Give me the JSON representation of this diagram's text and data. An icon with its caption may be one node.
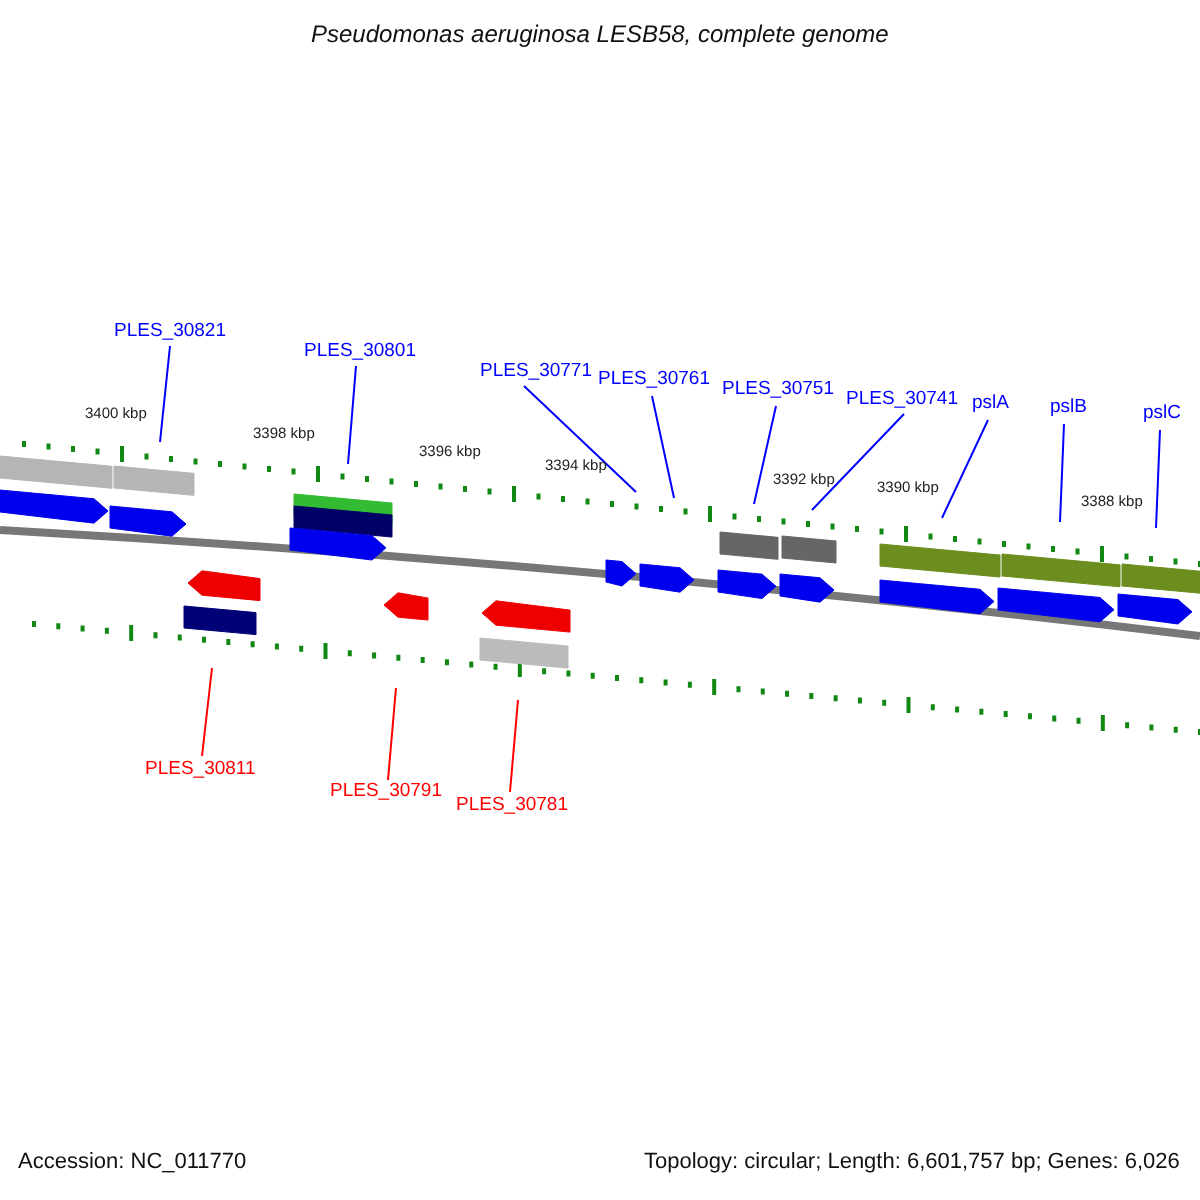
{
  "diagram": {
    "title": "Pseudomonas aeruginosa LESB58, complete genome",
    "nodes": [
      {
        "text": [
          "PLES_30821"
        ]
      },
      {
        "text": [
          "PLES_30801"
        ]
      },
      {
        "text": [
          "PLES_30771"
        ]
      },
      {
        "text": [
          "PLES_30761"
        ]
      },
      {
        "text": [
          "PLES_30751"
        ]
      },
      {
        "text": [
          "PLES_30741"
        ]
      },
      {
        "text": [
          "pslA"
        ]
      },
      {
        "text": [
          "pslB"
        ]
      },
      {
        "text": [
          "pslC"
        ]
      },
      {
        "text": [
          "PLES_30811"
        ]
      },
      {
        "text": [
          "PLES_30791"
        ]
      },
      {
        "text": [
          "PLES_30781"
        ]
      }
    ],
    "edges": [
      {
        "from": 0,
        "to": null,
        "arrow": "none"
      },
      {
        "from": 1,
        "to": null,
        "arrow": "none"
      },
      {
        "from": 2,
        "to": null,
        "arrow": "none"
      },
      {
        "from": 3,
        "to": null,
        "arrow": "none"
      },
      {
        "from": 4,
        "to": null,
        "arrow": "none"
      },
      {
        "from": 5,
        "to": null,
        "arrow": "none"
      },
      {
        "from": 6,
        "to": null,
        "arrow": "none"
      },
      {
        "from": 7,
        "to": null,
        "arrow": "none"
      },
      {
        "from": 8,
        "to": null,
        "arrow": "none"
      },
      {
        "from": 9,
        "to": null,
        "arrow": "none",
        "color": "#ff0000"
      },
      {
        "from": 10,
        "to": null,
        "arrow": "none",
        "color": "#ff0000"
      },
      {
        "from": 11,
        "to": null,
        "arrow": "none",
        "color": "#ff0000"
      }
    ],
    "labels": [
      "3400 kbp",
      "3398 kbp",
      "3396 kbp",
      "3394 kbp",
      "3392 kbp",
      "3390 kbp",
      "3388 kbp",
      "Accession: NC_011770",
      "Topology: circular; Length: 6,601,757 bp; Genes: 6,026"
    ]
  }
}
